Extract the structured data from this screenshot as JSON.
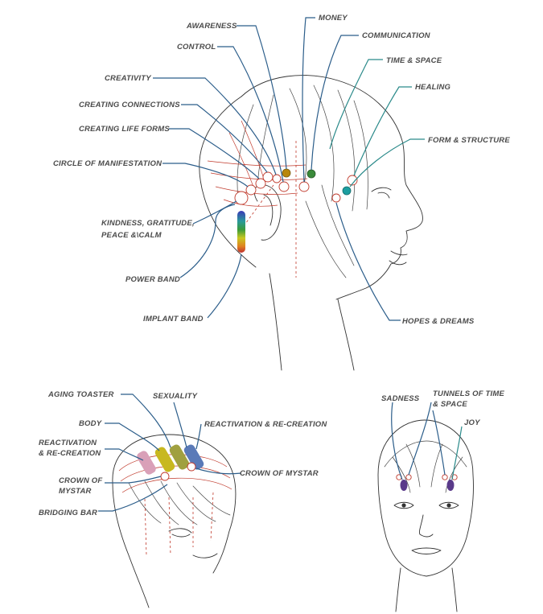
{
  "colors": {
    "label": "#4a4a4a",
    "leader_blue": "#2b5d8a",
    "leader_teal": "#2a8a8a",
    "guide_red": "#c0392b",
    "awareness_dot": "#b8860b",
    "communication_dot": "#3a8a3a",
    "form_dot": "#1e9ea0",
    "sadness_dot": "#5a3a8a",
    "joy_dot": "#5a3a8a",
    "band_pink": "#d9a0b8",
    "band_yellow": "#c8b820",
    "band_olive": "#a0a040",
    "band_blue": "#5a7ab8"
  },
  "side_view": {
    "labels": {
      "awareness": "AWARENESS",
      "money": "MONEY",
      "control": "CONTROL",
      "communication": "COMMUNICATION",
      "time_space": "TIME & SPACE",
      "creativity": "CREATIVITY",
      "healing": "HEALING",
      "creating_connections": "CREATING CONNECTIONS",
      "creating_life_forms": "CREATING LIFE FORMS",
      "form_structure": "FORM & STRUCTURE",
      "circle_of_manifestation": "CIRCLE OF MANIFESTATION",
      "kindness_line1": "KINDNESS, GRATITUDE,",
      "kindness_line2": "PEACE &\\CALM",
      "power_band": "POWER BAND",
      "implant_band": "IMPLANT BAND",
      "hopes_dreams": "HOPES & DREAMS"
    }
  },
  "top_view": {
    "labels": {
      "aging_toaster": "AGING TOASTER",
      "sexuality": "SEXUALITY",
      "body": "BODY",
      "reactivation_right": "REACTIVATION & RE-CREATION",
      "reactivation_left_line1": "REACTIVATION",
      "reactivation_left_line2": "& RE-CREATION",
      "crown_left_line1": "CROWN OF",
      "crown_left_line2": "MYSTAR",
      "crown_right": "CROWN OF MYSTAR",
      "bridging_bar": "BRIDGING BAR"
    }
  },
  "front_view": {
    "labels": {
      "sadness": "SADNESS",
      "tunnels_line1": "TUNNELS OF TIME",
      "tunnels_line2": "& SPACE",
      "joy": "JOY"
    }
  }
}
